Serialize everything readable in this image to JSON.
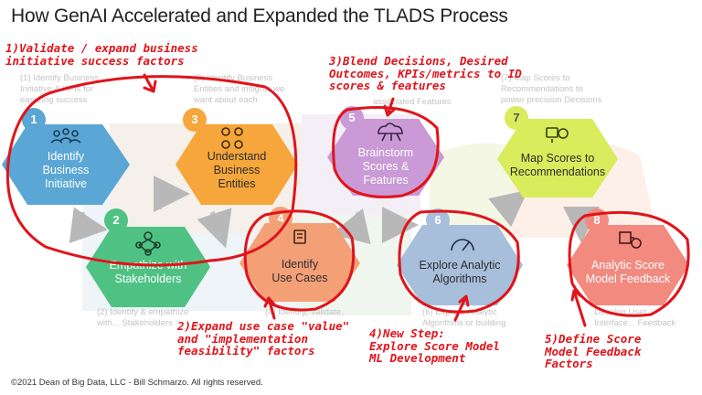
{
  "title": "How GenAI Accelerated and Expanded the TLADS Process",
  "steps": [
    {
      "number": "1",
      "label_lines": [
        "Identify",
        "Business",
        "Initiative"
      ],
      "color": "#5aa6d4"
    },
    {
      "number": "2",
      "label_lines": [
        "Empathize with",
        "Stakeholders"
      ],
      "color": "#4fc283"
    },
    {
      "number": "3",
      "label_lines": [
        "Understand",
        "Business",
        "Entities"
      ],
      "color": "#f6a63a"
    },
    {
      "number": "4",
      "label_lines": [
        "Identify",
        "Use Cases"
      ],
      "color": "#f4a077"
    },
    {
      "number": "5",
      "label_lines": [
        "Brainstorm",
        "Scores &",
        "Features"
      ],
      "color": "#c99ad6"
    },
    {
      "number": "6",
      "label_lines": [
        "Explore Analytic",
        "Algorithms"
      ],
      "color": "#a8bfdc"
    },
    {
      "number": "7",
      "label_lines": [
        "Map Scores to",
        "Recommendations"
      ],
      "color": "#d8ec5c"
    },
    {
      "number": "8",
      "label_lines": [
        "Analytic Score",
        "Model Feedback"
      ],
      "color": "#f28a80"
    }
  ],
  "faint_text": {
    "step1": [
      "(1) Identify Business",
      "Initiative & KPIs for",
      "easuring success"
    ],
    "step3": [
      "(3) Identify Business",
      "Entities and insights we",
      "want about each"
    ],
    "step5": [
      "associated Features"
    ],
    "step7": [
      "(7) Map Scores to",
      "Recommendations to",
      "power precision Decisions"
    ],
    "step2": [
      "(2) Identify & empathize",
      "with... Stakeholders"
    ],
    "step4": [
      "(4) Identify, Validate,"
    ],
    "step6": [
      "(6) Explore Analytic",
      "Algorithms or building"
    ],
    "step8": [
      "Develop User",
      "Interface... Feedback"
    ]
  },
  "annotations": {
    "a1": [
      "1)Validate / expand business",
      "initiative success factors"
    ],
    "a2": [
      "2)Expand use case \"value\"",
      "and \"implementation",
      "feasibility\" factors"
    ],
    "a3": [
      "3)Blend Decisions, Desired",
      "Outcomes, KPIs/metrics to ID",
      "scores & features"
    ],
    "a4": [
      "4)New Step:",
      "Explore Score Model",
      "ML Development"
    ],
    "a5": [
      "5)Define Score",
      "Model Feedback",
      "Factors"
    ]
  },
  "annotation_color": "#e0141b",
  "icons": [
    "team-icon",
    "people-network-icon",
    "entities-icon",
    "use-case-icon",
    "cloud-network-icon",
    "gauge-icon",
    "recommendations-icon",
    "puzzle-gear-icon"
  ],
  "copyright": "©2021 Dean of Big Data, LLC - Bill Schmarzo. All rights reserved."
}
